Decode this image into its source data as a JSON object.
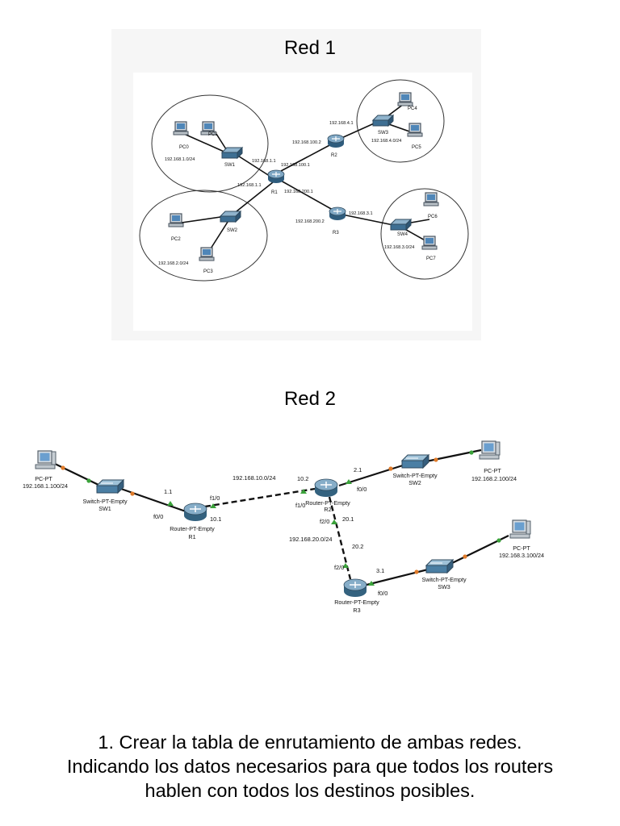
{
  "net1": {
    "title": "Red 1",
    "nodes": {
      "pc0": "PC0",
      "pc1": "PC1",
      "pc2": "PC2",
      "pc3": "PC3",
      "pc4": "PC4",
      "pc5": "PC5",
      "pc6": "PC6",
      "pc7": "PC7",
      "sw1": "SW1",
      "sw2": "SW2",
      "sw3": "SW3",
      "sw4": "SW4",
      "r1": "R1",
      "r2": "R2",
      "r3": "R3"
    },
    "labels": {
      "lan1": "192.168.1.0/24",
      "lan2": "192.168.2.0/24",
      "lan3": "192.168.3.0/24",
      "lan4": "192.168.4.0/24",
      "r1_lan1": "192.168.1.1",
      "r1_lan2": "192.168.1.1",
      "r1_link100": "192.168.100.1",
      "r1_link200": "192.168.200.1",
      "r2_link100": "192.168.100.2",
      "r2_lan4": "192.168.4.1",
      "r3_link200": "192.168.200.2",
      "r3_lan3": "192.168.3.1"
    }
  },
  "net2": {
    "title": "Red 2",
    "pc1": {
      "type": "PC-PT",
      "ip": "192.168.1.100/24"
    },
    "pc2": {
      "type": "PC-PT",
      "ip": "192.168.2.100/24"
    },
    "pc3": {
      "type": "PC-PT",
      "ip": "192.168.3.100/24"
    },
    "sw1": {
      "type": "Switch-PT-Empty",
      "name": "SW1"
    },
    "sw2": {
      "type": "Switch-PT-Empty",
      "name": "SW2"
    },
    "sw3": {
      "type": "Switch-PT-Empty",
      "name": "SW3"
    },
    "r1": {
      "type": "Router-PT-Empty",
      "name": "R1"
    },
    "r2": {
      "type": "Router-PT-Empty",
      "name": "R2"
    },
    "r3": {
      "type": "Router-PT-Empty",
      "name": "R3"
    },
    "labels": {
      "r1_lan": "1.1",
      "r1_f00": "f0/0",
      "r1_f10": "f1/0",
      "r1_wan": "10.1",
      "net_10": "192.168.10.0/24",
      "r2_wan": "10.2",
      "r2_f10": "f1/0",
      "r2_lan": "2.1",
      "r2_f00": "f0/0",
      "r2_f20": "f2/0",
      "r2_wan20": "20.1",
      "net_20": "192.168.20.0/24",
      "r3_wan20": "20.2",
      "r3_f20": "f2/0",
      "r3_lan": "3.1",
      "r3_f00": "f0/0"
    }
  },
  "footer": {
    "line1": "1. Crear la tabla de enrutamiento de ambas redes.",
    "line2": "Indicando los datos necesarios para que todos los routers",
    "line3": "hablen con todos los destinos posibles."
  }
}
